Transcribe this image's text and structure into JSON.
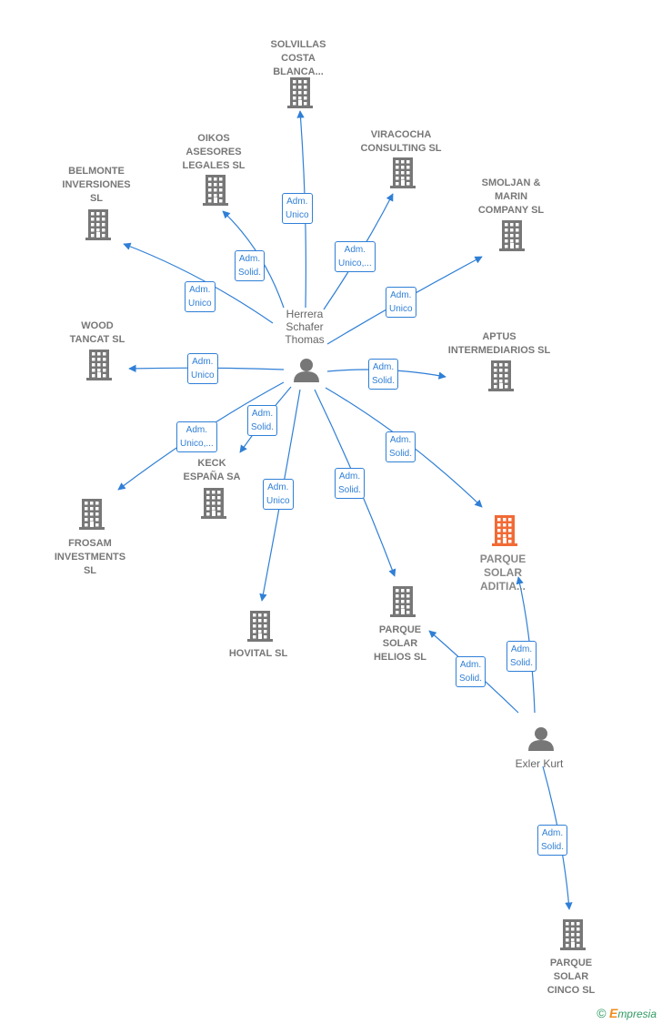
{
  "companies": [
    {
      "id": "solvillas",
      "label": "SOLVILLAS\nCOSTA\nBLANCA...",
      "focus": false
    },
    {
      "id": "oikos",
      "label": "OIKOS\nASESORES\nLEGALES  SL",
      "focus": false
    },
    {
      "id": "viracocha",
      "label": "VIRACOCHA\nCONSULTING SL",
      "focus": false
    },
    {
      "id": "belmonte",
      "label": "BELMONTE\nINVERSIONES\nSL",
      "focus": false
    },
    {
      "id": "smoljan",
      "label": "SMOLJAN &\nMARIN\nCOMPANY  SL",
      "focus": false
    },
    {
      "id": "wood",
      "label": "WOOD\nTANCAT  SL",
      "focus": false
    },
    {
      "id": "aptus",
      "label": "APTUS\nINTERMEDIARIOS SL",
      "focus": false
    },
    {
      "id": "keck",
      "label": "KECK\nESPAÑA SA",
      "focus": false
    },
    {
      "id": "frosam",
      "label": "FROSAM\nINVESTMENTS\nSL",
      "focus": false
    },
    {
      "id": "parque_aditia",
      "label": "PARQUE\nSOLAR\nADITIA...",
      "focus": true
    },
    {
      "id": "hovital",
      "label": "HOVITAL SL",
      "focus": false
    },
    {
      "id": "parque_helios",
      "label": "PARQUE\nSOLAR\nHELIOS  SL",
      "focus": false
    },
    {
      "id": "parque_cinco",
      "label": "PARQUE\nSOLAR\nCINCO SL",
      "focus": false
    }
  ],
  "persons": [
    {
      "id": "herrera",
      "label": "Herrera\nSchafer\nThomas"
    },
    {
      "id": "exler",
      "label": "Exler Kurt"
    }
  ],
  "relations": [
    {
      "from": "herrera",
      "to": "solvillas",
      "role": "Adm.\nUnico"
    },
    {
      "from": "herrera",
      "to": "oikos",
      "role": "Adm.\nSolid."
    },
    {
      "from": "herrera",
      "to": "viracocha",
      "role": "Adm.\nUnico,..."
    },
    {
      "from": "herrera",
      "to": "belmonte",
      "role": "Adm.\nUnico"
    },
    {
      "from": "herrera",
      "to": "smoljan",
      "role": "Adm.\nUnico"
    },
    {
      "from": "herrera",
      "to": "wood",
      "role": "Adm.\nUnico"
    },
    {
      "from": "herrera",
      "to": "aptus",
      "role": "Adm.\nSolid."
    },
    {
      "from": "herrera",
      "to": "keck",
      "role": "Adm.\nSolid."
    },
    {
      "from": "herrera",
      "to": "frosam",
      "role": "Adm.\nUnico,..."
    },
    {
      "from": "herrera",
      "to": "parque_aditia",
      "role": "Adm.\nSolid."
    },
    {
      "from": "herrera",
      "to": "hovital",
      "role": "Adm.\nUnico"
    },
    {
      "from": "herrera",
      "to": "parque_helios",
      "role": "Adm.\nSolid."
    },
    {
      "from": "exler",
      "to": "parque_helios",
      "role": "Adm.\nSolid."
    },
    {
      "from": "exler",
      "to": "parque_aditia",
      "role": "Adm.\nSolid."
    },
    {
      "from": "exler",
      "to": "parque_cinco",
      "role": "Adm.\nSolid."
    }
  ],
  "colors": {
    "edge": "#2f7fd6",
    "building": "#777777",
    "building_focus": "#f26a35",
    "person": "#777777"
  },
  "icons": {
    "company": "building-icon",
    "person": "person-icon"
  },
  "footer": {
    "copyright": "©",
    "brand_initial": "E",
    "brand_rest": "mpresia"
  }
}
